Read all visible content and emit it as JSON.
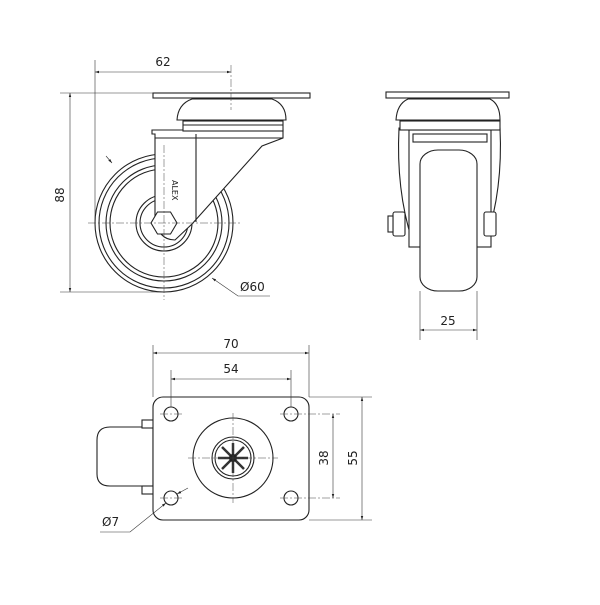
{
  "drawing": {
    "front_view": {
      "height_label": "88",
      "offset_label": "62",
      "wheel_diameter_label": "Ø60",
      "brand_mark": "ALEX"
    },
    "side_view": {
      "wheel_width_label": "25"
    },
    "top_view": {
      "plate_width_label": "70",
      "hole_spacing_x_label": "54",
      "hole_spacing_y_label": "38",
      "plate_depth_label": "55",
      "hole_diameter_label": "Ø7"
    }
  }
}
